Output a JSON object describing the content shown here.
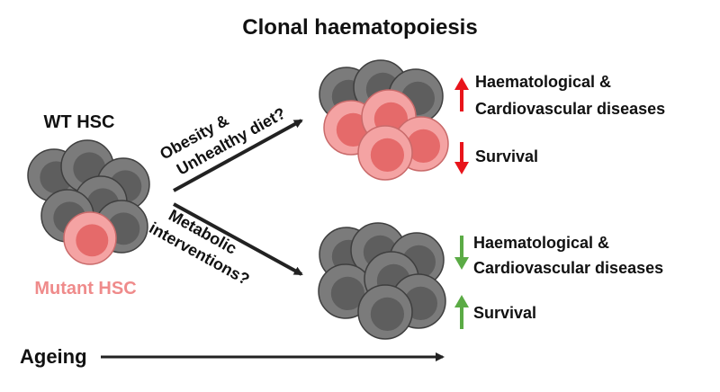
{
  "title": "Clonal haematopoiesis",
  "left": {
    "wt_label": "WT HSC",
    "mutant_label": "Mutant HSC"
  },
  "upper_path": {
    "label_line1": "Obesity &",
    "label_line2": "Unhealthy diet?",
    "outcome1_line1": "Haematological &",
    "outcome1_line2": "Cardiovascular diseases",
    "outcome1_direction": "up",
    "outcome2": "Survival",
    "outcome2_direction": "down",
    "arrow_color": "#e8141b"
  },
  "lower_path": {
    "label_line1": "Metabolic",
    "label_line2": "interventions?",
    "outcome1_line1": "Haematological &",
    "outcome1_line2": "Cardiovascular diseases",
    "outcome1_direction": "down",
    "outcome2": "Survival",
    "outcome2_direction": "up",
    "arrow_color": "#5bab45"
  },
  "timeline": {
    "label": "Ageing"
  },
  "colors": {
    "wt_cell_outer": "#7b7b7b",
    "wt_cell_inner": "#5e5e5e",
    "mutant_cell_outer": "#f4a3a3",
    "mutant_cell_inner": "#e56a6a",
    "mutant_text": "#ef8b8b"
  }
}
